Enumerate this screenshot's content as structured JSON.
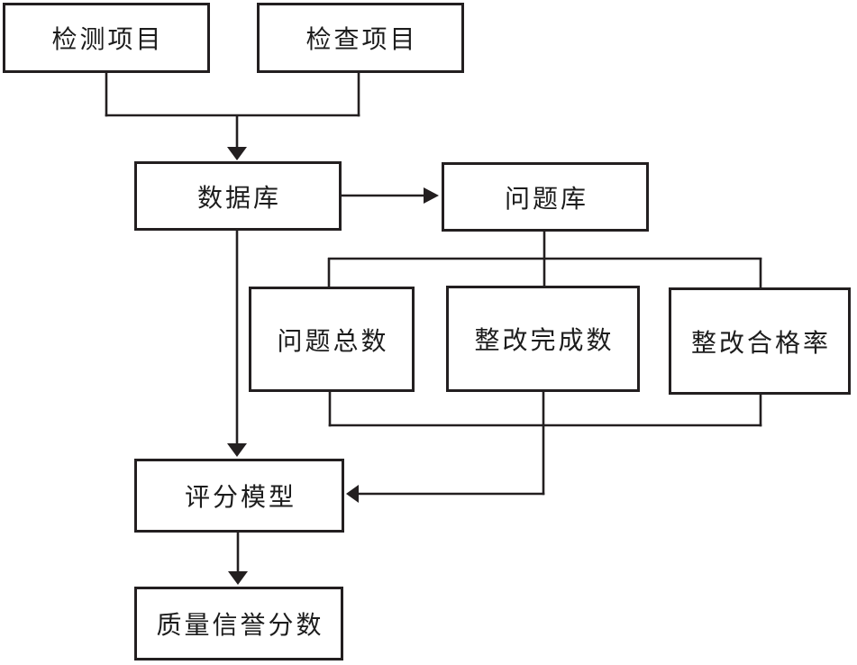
{
  "colors": {
    "stroke": "#231f20",
    "box_border": "#231f20",
    "text": "#1c1c1c",
    "background": "#ffffff"
  },
  "nodes": {
    "detection_project": "检测项目",
    "inspection_project": "检查项目",
    "database": "数据库",
    "problem_library": "问题库",
    "problem_total": "问题总数",
    "rectification_completed": "整改完成数",
    "rectification_pass_rate": "整改合格率",
    "scoring_model": "评分模型",
    "quality_credit_score": "质量信誉分数"
  }
}
